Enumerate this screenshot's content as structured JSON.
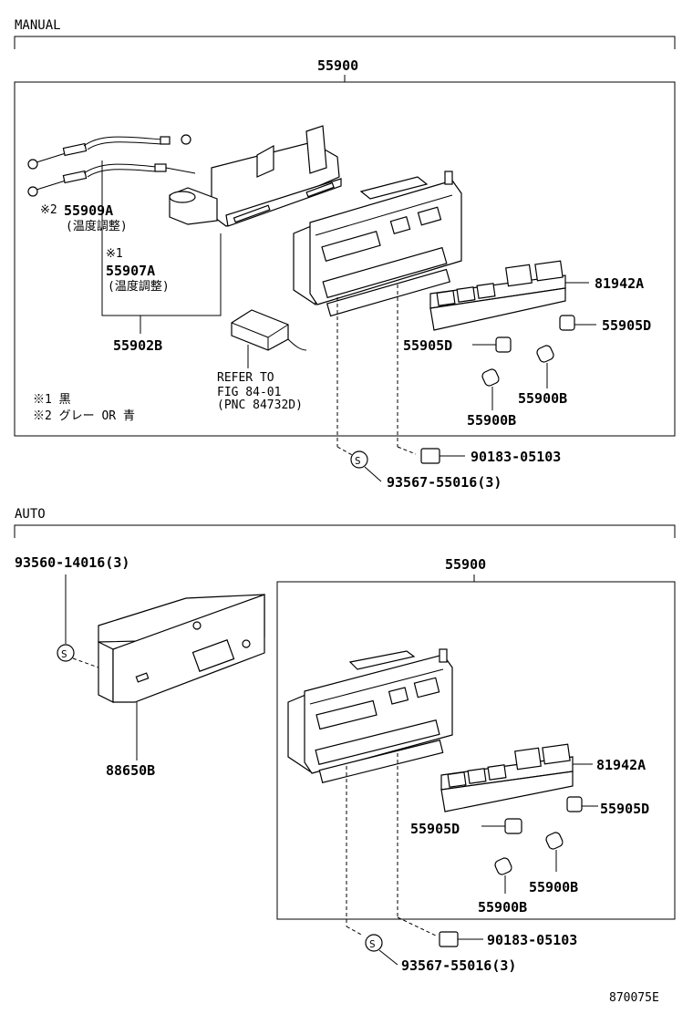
{
  "sections": {
    "manual": {
      "header": "MANUAL",
      "assembly_label": "55900",
      "parts": {
        "p55909a": "55909A",
        "p55909a_note": "(温度調整)",
        "p55907a": "55907A",
        "p55907a_note": "(温度調整)",
        "p55902b": "55902B",
        "p81942a": "81942A",
        "p55905d_right": "55905D",
        "p55905d_left": "55905D",
        "p55900b_right": "55900B",
        "p55900b_left": "55900B",
        "p90183": "90183-05103",
        "p93567": "93567-55016(3)"
      },
      "marks": {
        "m1": "※1",
        "m2": "※2",
        "screw": "S"
      },
      "refer": {
        "line1": "REFER TO",
        "line2": "FIG 84-01",
        "line3": "(PNC 84732D)"
      },
      "legend": {
        "line1": "※1 黒",
        "line2": "※2 グレー OR 青"
      }
    },
    "auto": {
      "header": "AUTO",
      "assembly_label": "55900",
      "parts": {
        "p93560": "93560-14016(3)",
        "p88650b": "88650B",
        "p81942a": "81942A",
        "p55905d_right": "55905D",
        "p55905d_left": "55905D",
        "p55900b_right": "55900B",
        "p55900b_left": "55900B",
        "p90183": "90183-05103",
        "p93567": "93567-55016(3)"
      },
      "marks": {
        "screw": "S"
      }
    }
  },
  "figure_id": "870075E"
}
